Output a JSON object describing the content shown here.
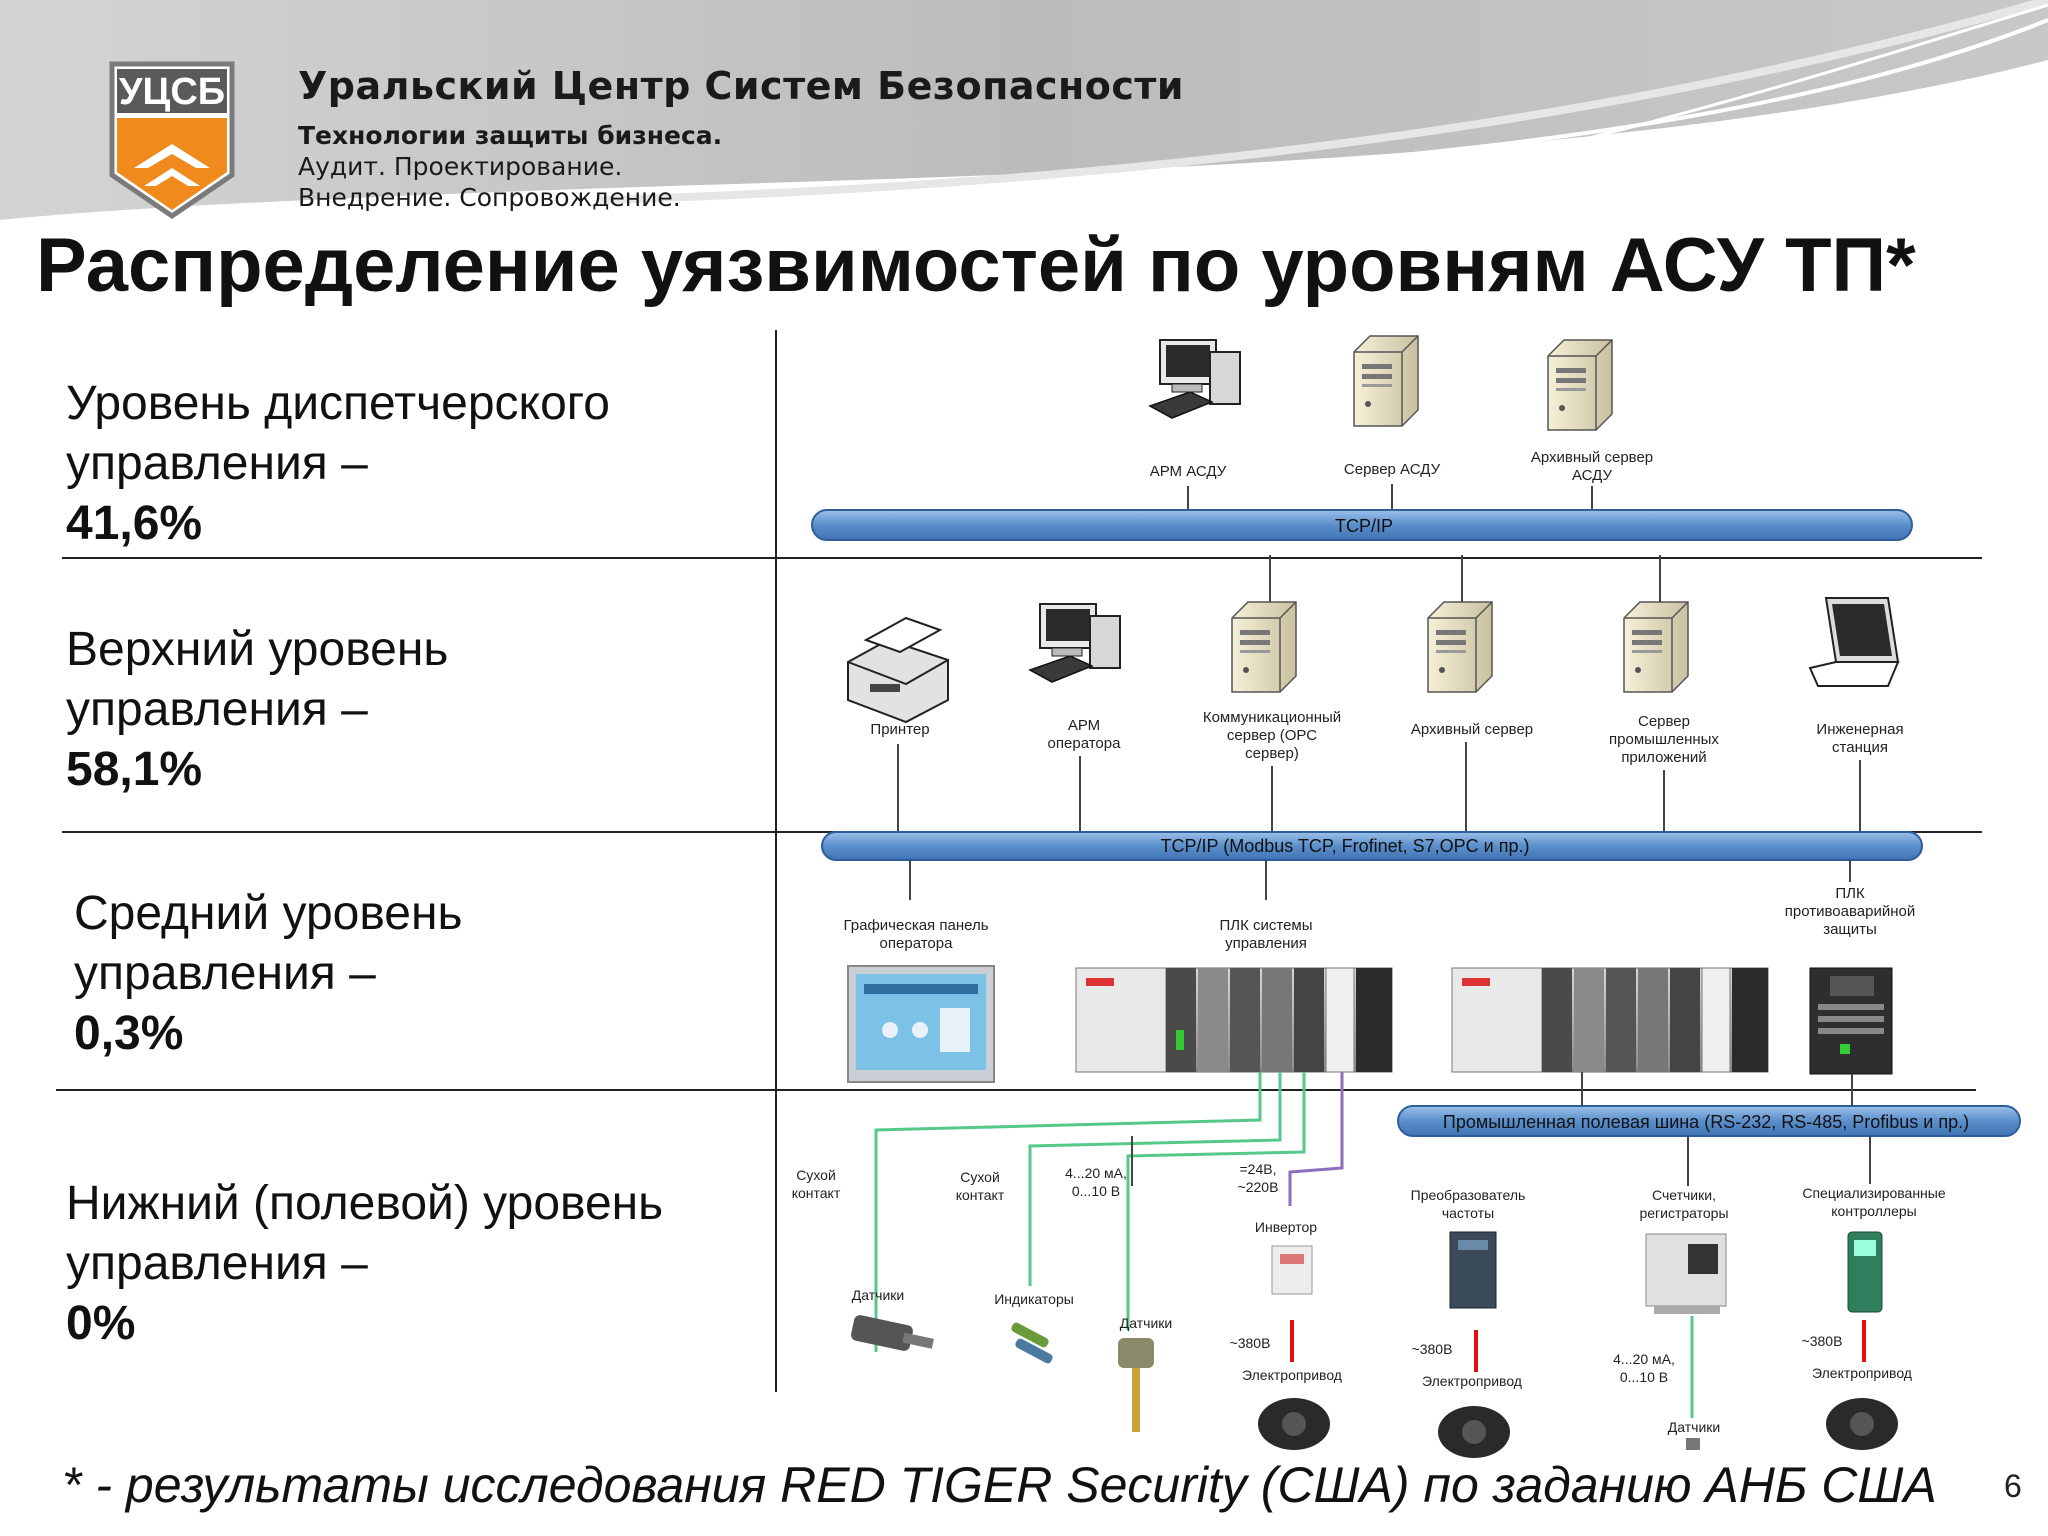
{
  "header": {
    "logo_text": "УЦСБ",
    "company": "Уральский Центр Систем Безопасности",
    "tagline_1": "Технологии защиты бизнеса.",
    "tagline_2": "Аудит. Проектирование.",
    "tagline_3": "Внедрение. Сопровождение."
  },
  "title": "Распределение уязвимостей по уровням АСУ ТП*",
  "levels": [
    {
      "line1": "Уровень диспетчерского",
      "line2": "управления –",
      "value": "41,6%"
    },
    {
      "line1": "Верхний уровень",
      "line2": "управления –",
      "value": "58,1%"
    },
    {
      "line1": "Средний уровень",
      "line2": "управления –",
      "value": "0,3%"
    },
    {
      "line1": "Нижний (полевой) уровень",
      "line2": "управления –",
      "value": "0%"
    }
  ],
  "diagram": {
    "bus_1": "TCP/IP",
    "bus_2": "TCP/IP (Modbus TCP, Frofinet, S7,OPC и пр.)",
    "bus_3": "Промышленная полевая шина (RS-232, RS-485, Profibus и пр.)",
    "dispatch": {
      "arm": "АРМ АСДУ",
      "server": "Сервер АСДУ",
      "archive_1": "Архивный сервер",
      "archive_2": "АСДУ"
    },
    "upper": {
      "printer": "Принтер",
      "arm_1": "АРМ",
      "arm_2": "оператора",
      "comm_1": "Коммуникационный",
      "comm_2": "сервер (ОРС",
      "comm_3": "сервер)",
      "archive": "Архивный сервер",
      "apps_1": "Сервер",
      "apps_2": "промышленных",
      "apps_3": "приложений",
      "eng_1": "Инженерная",
      "eng_2": "станция"
    },
    "middle": {
      "panel_1": "Графическая панель",
      "panel_2": "оператора",
      "plc_1": "ПЛК системы",
      "plc_2": "управления",
      "plc_em_1": "ПЛК",
      "plc_em_2": "противоаварийной",
      "plc_em_3": "защиты"
    },
    "field": {
      "dry1_1": "Сухой",
      "dry1_2": "контакт",
      "dry2_1": "Сухой",
      "dry2_2": "контакт",
      "analog_1": "4...20 мА,",
      "analog_2": "0...10 В",
      "power_1": "=24В,",
      "power_2": "~220В",
      "inverter": "Инвертор",
      "freq_1": "Преобразователь",
      "freq_2": "частоты",
      "meters_1": "Счетчики,",
      "meters_2": "регистраторы",
      "spec_1": "Специализированные",
      "spec_2": "контроллеры",
      "sensors_1": "Датчики",
      "indicators": "Индикаторы",
      "sensors_2": "Датчики",
      "v380_1": "~380В",
      "v380_2": "~380В",
      "v380_3": "~380В",
      "drive_1": "Электропривод",
      "drive_2": "Электропривод",
      "drive_3": "Электропривод",
      "analog2_1": "4...20 мА,",
      "analog2_2": "0...10 В",
      "sensors_3": "Датчики"
    }
  },
  "footnote": "* - результаты исследования RED TIGER Security (США) по заданию АНБ США",
  "page_number": "6",
  "colors": {
    "bus_fill": "#6f9fd1",
    "header_gray": "#c9c9c9",
    "logo_orange": "#f08a1c",
    "line_green": "#56c98a",
    "line_purple": "#8e6dbf",
    "line_red": "#e01010"
  }
}
